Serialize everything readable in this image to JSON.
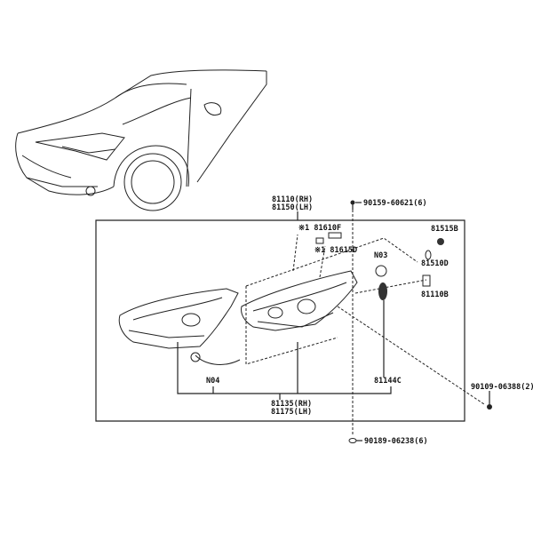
{
  "diagram": {
    "assembly_label": [
      "81110(RH)",
      "81150(LH)"
    ],
    "lens_label": [
      "81135(RH)",
      "81175(LH)"
    ],
    "parts": {
      "bolt_top": "90159-60621(6)",
      "bulb_socket_1": "※1 81610F",
      "bulb_socket_2": "※1 81615D",
      "cap": "81515B",
      "socket": "81510D",
      "bulb": "81110B",
      "n03": "N03",
      "n04": "N04",
      "cover": "81144C",
      "screw_right": "90109-06388(2)",
      "bolt_bottom": "90189-06238(6)"
    }
  }
}
